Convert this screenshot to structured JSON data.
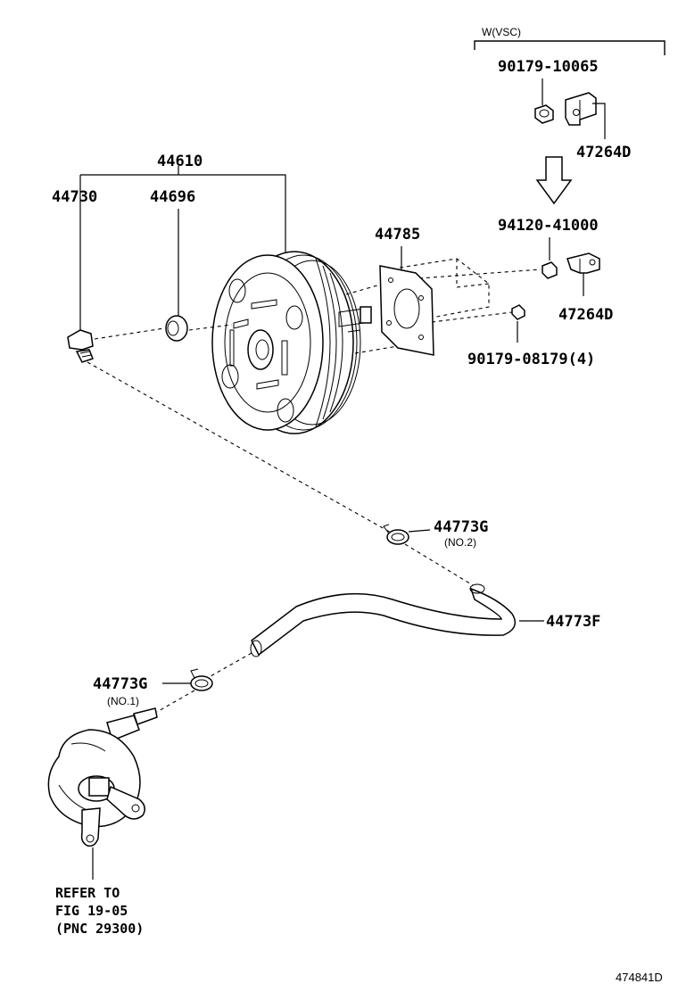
{
  "labels": {
    "wvsc": "W(VSC)",
    "p_90179_10065": "90179-10065",
    "p_47264d_top": "47264D",
    "p_94120_41000": "94120-41000",
    "p_47264d_mid": "47264D",
    "p_90179_08179": "90179-08179(4)",
    "p_44610": "44610",
    "p_44730": "44730",
    "p_44696": "44696",
    "p_44785": "44785",
    "p_44773g_no2": "44773G",
    "no2": "(NO.2)",
    "p_44773f": "44773F",
    "p_44773g_no1": "44773G",
    "no1": "(NO.1)",
    "refer_line1": "REFER TO",
    "refer_line2": "FIG 19-05",
    "refer_line3": "(PNC 29300)",
    "drawing_code": "474841D"
  }
}
